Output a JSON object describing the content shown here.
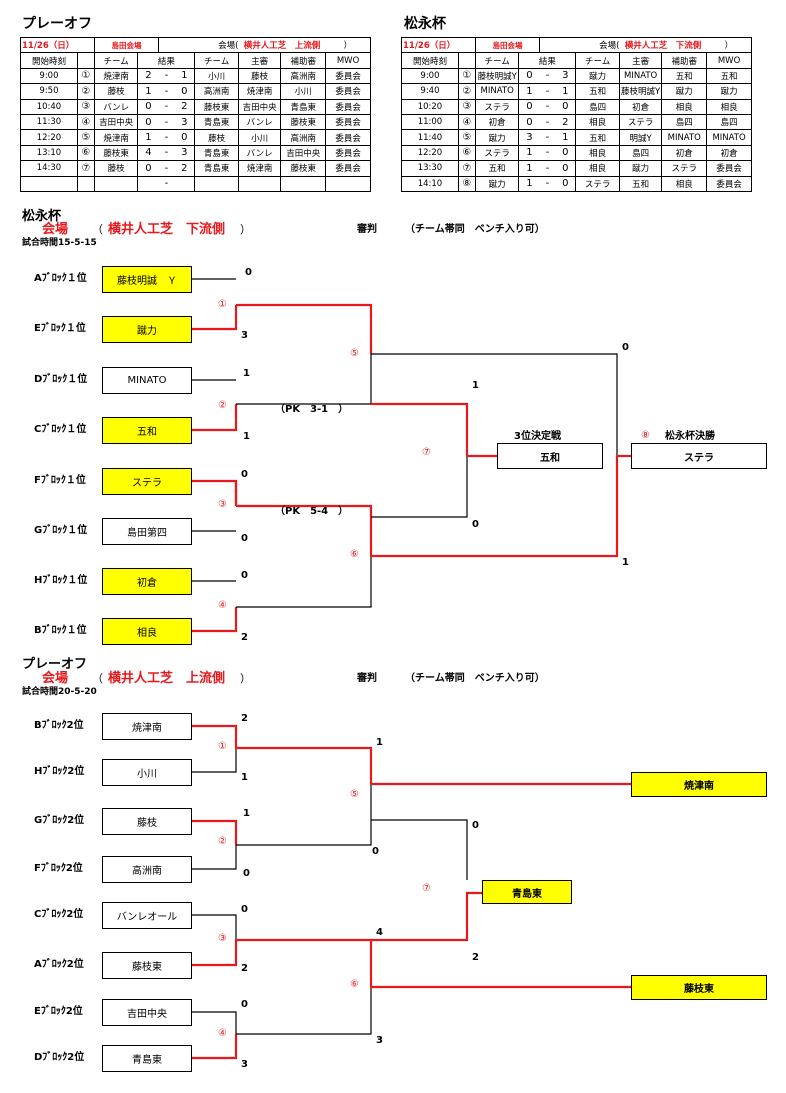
{
  "playoff_schedule": {
    "title": "プレーオフ",
    "date": "11/26（日）",
    "venue_short": "島田会場",
    "venue_label": "会場(",
    "venue": "横井人工芝　上流側",
    "venue_close": "）",
    "headers": [
      "開始時刻",
      "",
      "チーム",
      "結果",
      "",
      "",
      "チーム",
      "主審",
      "補助審",
      "MWO"
    ],
    "rows": [
      {
        "time": "9:00",
        "no": "①",
        "team1": "焼津南",
        "s1": "2",
        "dash": "-",
        "s2": "1",
        "team2": "小川",
        "ref": "藤枝",
        "asst": "高洲南",
        "mwo": "委員会"
      },
      {
        "time": "9:50",
        "no": "②",
        "team1": "藤枝",
        "s1": "1",
        "dash": "-",
        "s2": "0",
        "team2": "高洲南",
        "ref": "焼津南",
        "asst": "小川",
        "mwo": "委員会"
      },
      {
        "time": "10:40",
        "no": "③",
        "team1": "バンレ",
        "s1": "0",
        "dash": "-",
        "s2": "2",
        "team2": "藤枝東",
        "ref": "吉田中央",
        "asst": "青島東",
        "mwo": "委員会"
      },
      {
        "time": "11:30",
        "no": "④",
        "team1": "吉田中央",
        "s1": "0",
        "dash": "-",
        "s2": "3",
        "team2": "青島東",
        "ref": "バンレ",
        "asst": "藤枝東",
        "mwo": "委員会"
      },
      {
        "time": "12:20",
        "no": "⑤",
        "team1": "焼津南",
        "s1": "1",
        "dash": "-",
        "s2": "0",
        "team2": "藤枝",
        "ref": "小川",
        "asst": "高洲南",
        "mwo": "委員会"
      },
      {
        "time": "13:10",
        "no": "⑥",
        "team1": "藤枝東",
        "s1": "4",
        "dash": "-",
        "s2": "3",
        "team2": "青島東",
        "ref": "バンレ",
        "asst": "吉田中央",
        "mwo": "委員会"
      },
      {
        "time": "14:30",
        "no": "⑦",
        "team1": "藤枝",
        "s1": "0",
        "dash": "-",
        "s2": "2",
        "team2": "青島東",
        "ref": "焼津南",
        "asst": "藤枝東",
        "mwo": "委員会"
      },
      {
        "time": "",
        "no": "",
        "team1": "",
        "s1": "",
        "dash": "-",
        "s2": "",
        "team2": "",
        "ref": "",
        "asst": "",
        "mwo": ""
      }
    ]
  },
  "cup_schedule": {
    "title": "松永杯",
    "date": "11/26（日）",
    "venue_short": "島田会場",
    "venue_label": "会場(",
    "venue": "横井人工芝　下流側",
    "venue_close": "）",
    "headers": [
      "開始時刻",
      "",
      "チーム",
      "結果",
      "",
      "",
      "チーム",
      "主審",
      "補助審",
      "MWO"
    ],
    "rows": [
      {
        "time": "9:00",
        "no": "①",
        "team1": "藤枝明誠Y",
        "s1": "0",
        "dash": "-",
        "s2": "3",
        "team2": "蹴力",
        "ref": "MINATO",
        "asst": "五和",
        "mwo": "五和"
      },
      {
        "time": "9:40",
        "no": "②",
        "team1": "MINATO",
        "s1": "1",
        "dash": "-",
        "s2": "1",
        "team2": "五和",
        "ref": "藤枝明誠Y",
        "asst": "蹴力",
        "mwo": "蹴力"
      },
      {
        "time": "10:20",
        "no": "③",
        "team1": "ステラ",
        "s1": "0",
        "dash": "-",
        "s2": "0",
        "team2": "島四",
        "ref": "初倉",
        "asst": "相良",
        "mwo": "相良"
      },
      {
        "time": "11:00",
        "no": "④",
        "team1": "初倉",
        "s1": "0",
        "dash": "-",
        "s2": "2",
        "team2": "相良",
        "ref": "ステラ",
        "asst": "島四",
        "mwo": "島四"
      },
      {
        "time": "11:40",
        "no": "⑤",
        "team1": "蹴力",
        "s1": "3",
        "dash": "-",
        "s2": "1",
        "team2": "五和",
        "ref": "明誠Y",
        "asst": "MINATO",
        "mwo": "MINATO"
      },
      {
        "time": "12:20",
        "no": "⑥",
        "team1": "ステラ",
        "s1": "1",
        "dash": "-",
        "s2": "0",
        "team2": "相良",
        "ref": "島四",
        "asst": "初倉",
        "mwo": "初倉"
      },
      {
        "time": "13:30",
        "no": "⑦",
        "team1": "五和",
        "s1": "1",
        "dash": "-",
        "s2": "0",
        "team2": "相良",
        "ref": "蹴力",
        "asst": "ステラ",
        "mwo": "委員会"
      },
      {
        "time": "14:10",
        "no": "⑧",
        "team1": "蹴力",
        "s1": "1",
        "dash": "-",
        "s2": "0",
        "team2": "ステラ",
        "ref": "五和",
        "asst": "相良",
        "mwo": "委員会"
      }
    ]
  },
  "cup_bracket": {
    "title": "松永杯",
    "venue_label": "会場",
    "paren_open": "（",
    "venue": "横井人工芝　下流側",
    "paren_close": "）",
    "referee": "審判",
    "referee_note": "（チーム帯同　ベンチ入り可）",
    "match_time": "試合時間15-5-15",
    "blocks": [
      "Aﾌﾞﾛｯｸ１位",
      "Eﾌﾞﾛｯｸ１位",
      "Dﾌﾞﾛｯｸ１位",
      "Cﾌﾞﾛｯｸ１位",
      "Fﾌﾞﾛｯｸ１位",
      "Gﾌﾞﾛｯｸ１位",
      "Hﾌﾞﾛｯｸ１位",
      "Bﾌﾞﾛｯｸ１位"
    ],
    "teams": [
      "藤枝明誠　Ｙ",
      "蹴力",
      "MINATO",
      "五和",
      "ステラ",
      "島田第四",
      "初倉",
      "相良"
    ],
    "scores": [
      "0",
      "3",
      "1",
      "1",
      "0",
      "0",
      "0",
      "2"
    ],
    "match_nos": [
      "①",
      "②",
      "③",
      "④",
      "⑤",
      "⑥",
      "⑦",
      "⑧"
    ],
    "pk_notes": [
      "（PK　3-1　）",
      "（PK　5-4　）"
    ],
    "semi_scores": [
      "0",
      "1",
      "0",
      "1"
    ],
    "third_place_label": "3位決定戦",
    "third_place_winner": "五和",
    "final_label": "松永杯決勝",
    "champion": "ステラ"
  },
  "playoff_bracket": {
    "title": "プレーオフ",
    "venue_label": "会場",
    "paren_open": "（",
    "venue": "横井人工芝　上流側",
    "paren_close": "）",
    "referee": "審判",
    "referee_note": "（チーム帯同　ベンチ入り可）",
    "match_time": "試合時間20-5-20",
    "blocks": [
      "Bﾌﾞﾛｯｸ2位",
      "Hﾌﾞﾛｯｸ2位",
      "Gﾌﾞﾛｯｸ2位",
      "Fﾌﾞﾛｯｸ2位",
      "Cﾌﾞﾛｯｸ2位",
      "Aﾌﾞﾛｯｸ2位",
      "Eﾌﾞﾛｯｸ2位",
      "Dﾌﾞﾛｯｸ2位"
    ],
    "teams": [
      "焼津南",
      "小川",
      "藤枝",
      "高洲南",
      "バンレオール",
      "藤枝東",
      "吉田中央",
      "青島東"
    ],
    "scores": [
      "2",
      "1",
      "1",
      "0",
      "0",
      "2",
      "0",
      "3"
    ],
    "match_nos": [
      "①",
      "②",
      "③",
      "④",
      "⑤",
      "⑥",
      "⑦"
    ],
    "semi_scores": [
      "1",
      "0",
      "4",
      "3"
    ],
    "final_scores": [
      "0",
      "2"
    ],
    "winner_top": "焼津南",
    "winner_mid": "青島東",
    "winner_bottom": "藤枝東"
  },
  "colors": {
    "accent_red": "#e8191c",
    "highlight_yellow": "#ffff00"
  }
}
